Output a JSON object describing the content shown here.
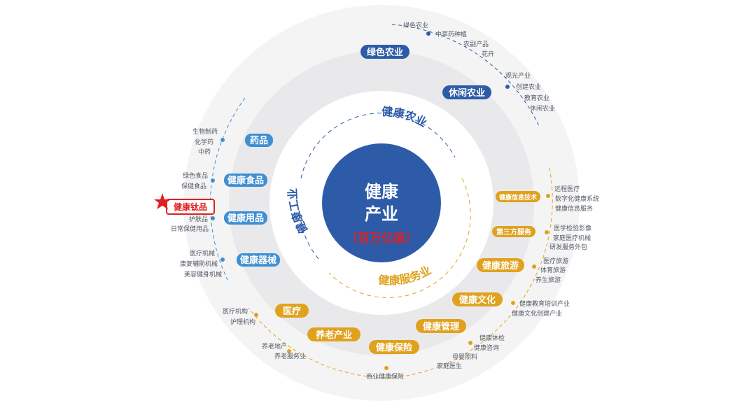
{
  "center": {
    "line1": "健康",
    "line2": "产业",
    "line3": "（百万亿级）"
  },
  "inner_arcs": {
    "agriculture": "健康农业",
    "industry": "健康工业",
    "service": "健康服务业"
  },
  "colors": {
    "blue": "#2d5ba8",
    "light_blue": "#3f8fd2",
    "orange": "#e0a21e",
    "red": "#e02020"
  },
  "pills": {
    "green_agri": "绿色农业",
    "leisure_agri": "休闲农业",
    "medicine": "药品",
    "food": "健康食品",
    "goods": "健康用品",
    "equipment": "健康器械",
    "titanium": "健康钛品",
    "info_tech": "健康信息技术",
    "third_party": "第三方服务",
    "tourism": "健康旅游",
    "culture": "健康文化",
    "management": "健康管理",
    "insurance": "健康保险",
    "elderly": "养老产业",
    "medical": "医疗"
  },
  "items": {
    "green_agri": [
      "绿色农业",
      "中草药种植",
      "农副产品",
      "花卉"
    ],
    "leisure_agri": [
      "观光产业",
      "创建农业",
      "教育农业",
      "休闲农业"
    ],
    "medicine": [
      "生物制药",
      "化学药",
      "中药"
    ],
    "food": [
      "绿色食品",
      "保健食品"
    ],
    "goods": [
      "护肤品",
      "日常保健用品"
    ],
    "equipment": [
      "医疗机械",
      "康复辅助机械",
      "美容健身机械"
    ],
    "info_tech": [
      "远程医疗",
      "数字化健康系统",
      "健康信息服务"
    ],
    "third_party": [
      "医学检验影像",
      "家庭医疗机械",
      "研发服务外包"
    ],
    "tourism": [
      "医疗旅游",
      "体育旅游",
      "养生旅游"
    ],
    "culture": [
      "健康教育培训产业",
      "健康文化创建产业"
    ],
    "management": [
      "健康体检",
      "健康咨询",
      "母婴照料",
      "家庭医生"
    ],
    "insurance": [
      "商业健康保险"
    ],
    "elderly": [
      "养老地产",
      "养老服务业"
    ],
    "medical": [
      "医疗机构",
      "护理机构"
    ]
  }
}
